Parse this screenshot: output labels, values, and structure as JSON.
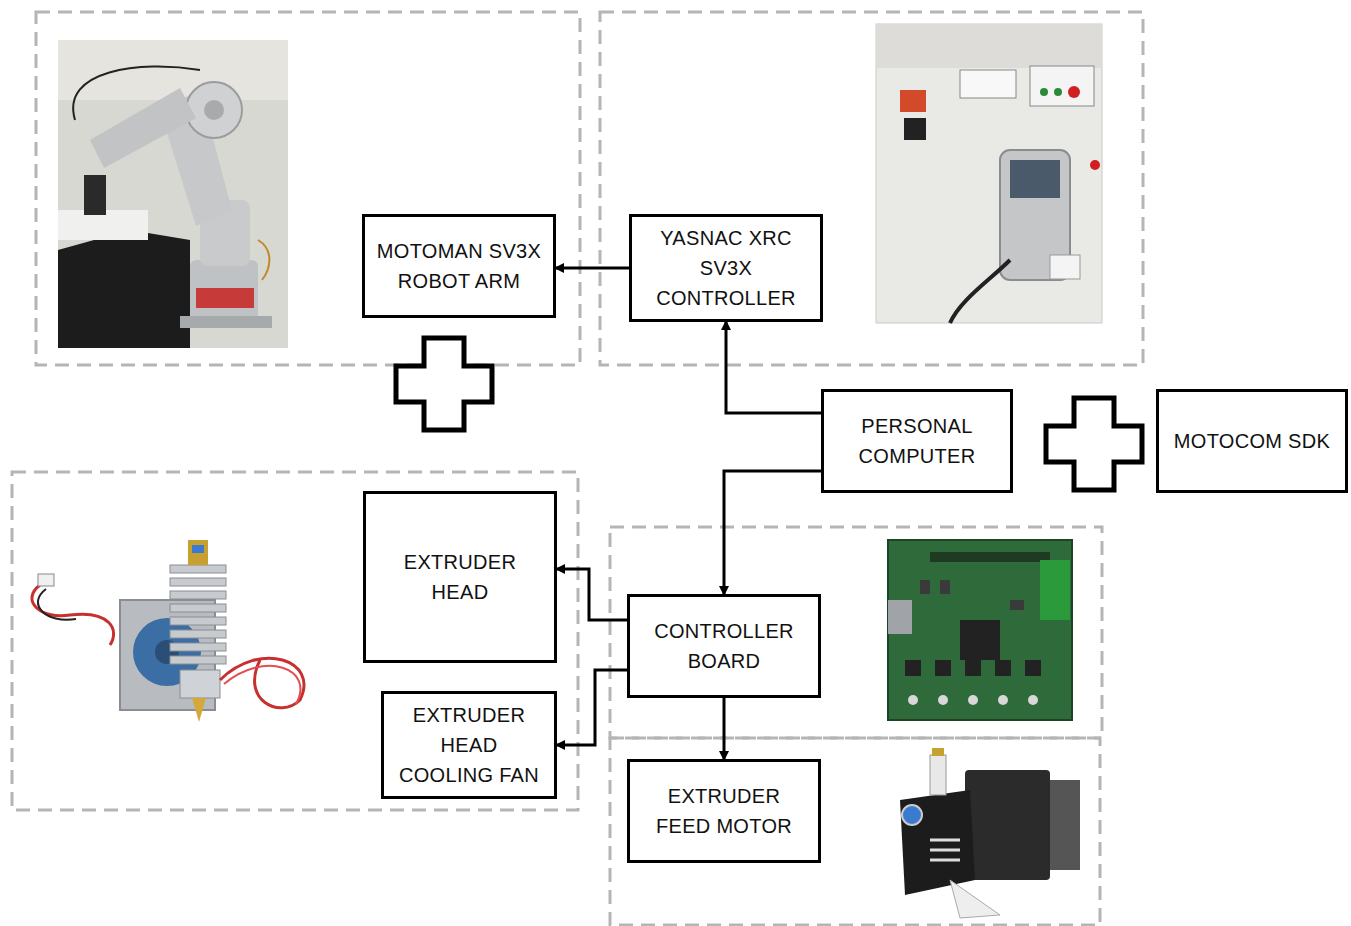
{
  "diagram": {
    "nodes": [
      {
        "text": [
          "MOTOMAN SV3X ROBOT ARM"
        ]
      },
      {
        "text": [
          "YASNAC XRC SV3X CONTROLLER"
        ]
      },
      {
        "text": [
          "PERSONAL COMPUTER"
        ]
      },
      {
        "text": [
          "MOTOCOM SDK"
        ]
      },
      {
        "text": [
          "EXTRUDER HEAD"
        ]
      },
      {
        "text": [
          "CONTROLLER BOARD"
        ]
      },
      {
        "text": [
          "EXTRUDER HEAD COOLING FAN"
        ]
      },
      {
        "text": [
          "EXTRUDER FEED MOTOR"
        ]
      }
    ],
    "edges": [
      {
        "from": 1,
        "to": 0,
        "arrow": "to"
      },
      {
        "from": 2,
        "to": 1,
        "arrow": "to"
      },
      {
        "from": 2,
        "to": 5,
        "arrow": "to"
      },
      {
        "from": 5,
        "to": 4,
        "arrow": "to"
      },
      {
        "from": 5,
        "to": 6,
        "arrow": "to"
      },
      {
        "from": 5,
        "to": 7,
        "arrow": "to"
      }
    ]
  }
}
